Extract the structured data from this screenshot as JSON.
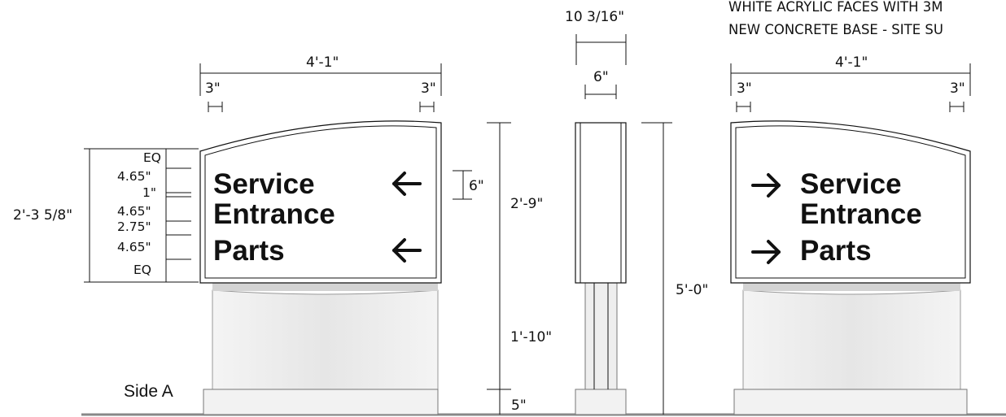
{
  "notes": {
    "line1": "WHITE ACRYLIC FACES WITH 3M",
    "line2": "NEW CONCRETE BASE - SITE SU"
  },
  "side_label": "Side A",
  "sign_copy": {
    "line1": "Service",
    "line2": "Entrance",
    "line3": "Parts"
  },
  "arrows": {
    "side_a": "left-arrow-icon",
    "side_b": "right-arrow-icon"
  },
  "dimensions": {
    "overall_width": "4'-1\"",
    "margin_left": "3\"",
    "margin_right": "3\"",
    "cabinet_depth": "10 3/16\"",
    "post_width": "6\"",
    "letter_height": "6\"",
    "copy_area_height": "2'-3 5/8\"",
    "stack": [
      "EQ",
      "4.65\"",
      "1\"",
      "4.65\"",
      "2.75\"",
      "4.65\"",
      "EQ"
    ],
    "cabinet_height": "2'-9\"",
    "base_height": "1'-10\"",
    "footing_height": "5\"",
    "overall_height": "5'-0\""
  },
  "colors": {
    "line": "#111111",
    "base_fill": "#eeeeee",
    "ground": "#888888",
    "shadow": "#cfcfcf"
  }
}
